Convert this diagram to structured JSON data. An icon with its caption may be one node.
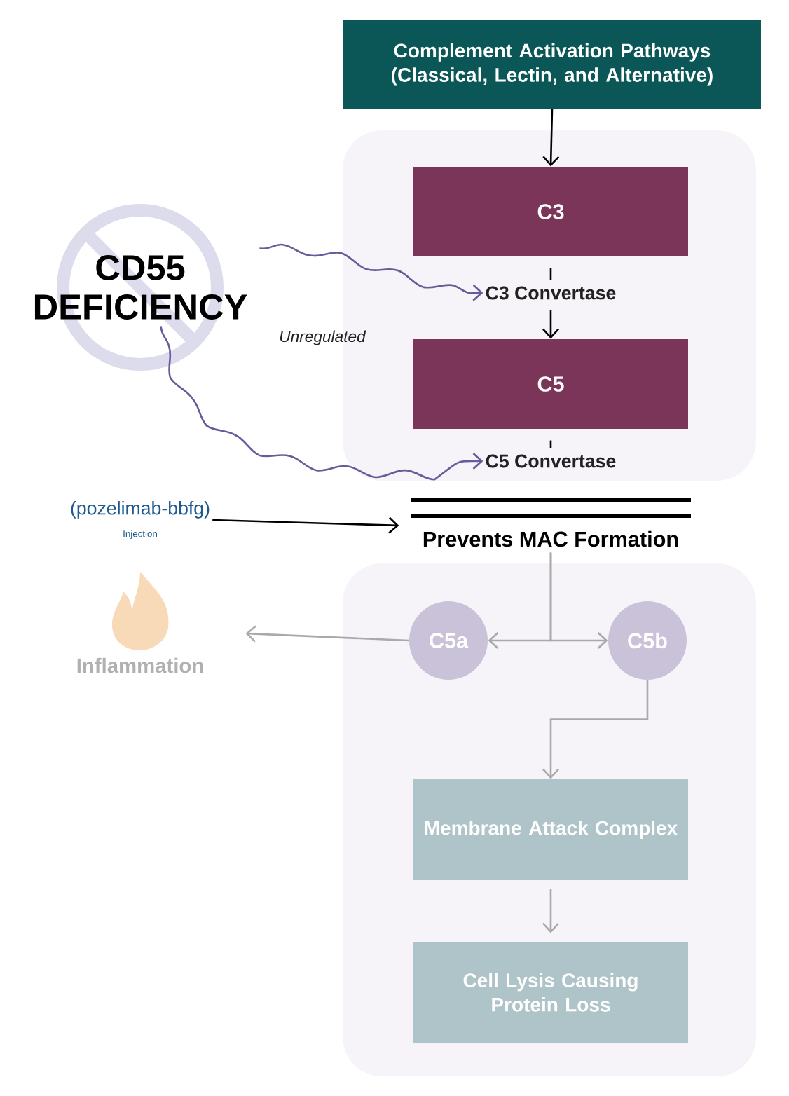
{
  "diagram": {
    "nodes": [
      {
        "text": [
          "Complement Activation Pathways (Classical, Lectin, and Alternative)"
        ]
      },
      {
        "text": [],
        "shape": "box"
      },
      {
        "text": [
          "C3"
        ],
        "in": 1
      },
      {
        "text": [
          "C3 Convertase"
        ],
        "in": 1
      },
      {
        "text": [
          "C5"
        ],
        "in": 1
      },
      {
        "text": [
          "C5 Convertase"
        ],
        "in": 1
      },
      {
        "text": [
          "CD55 DEFICIENCY"
        ]
      },
      {
        "text": [
          "(pozelimab-bbfg)",
          "Injection"
        ]
      },
      {
        "text": [
          "Prevents MAC Formation"
        ]
      },
      {
        "text": [],
        "shape": "box"
      },
      {
        "text": [
          "C5a"
        ],
        "in": 9
      },
      {
        "text": [
          "C5b"
        ],
        "in": 9
      },
      {
        "text": [
          "Inflammation"
        ]
      },
      {
        "text": [
          "Membrane Attack Complex"
        ],
        "in": 9
      },
      {
        "text": [
          "Cell Lysis Causing Protein Loss"
        ],
        "in": 9
      }
    ],
    "edges": [
      {
        "from": 0,
        "to": 2,
        "arrow": "to"
      },
      {
        "from": 2,
        "to": 3,
        "arrow": "none"
      },
      {
        "from": 3,
        "to": 4,
        "arrow": "to"
      },
      {
        "from": 4,
        "to": 5,
        "arrow": "none"
      },
      {
        "from": 6,
        "to": 3,
        "arrow": "to",
        "color": "#6a5a9a"
      },
      {
        "from": 6,
        "to": 5,
        "arrow": "to",
        "color": "#6a5a9a"
      },
      {
        "from": 7,
        "to": 8,
        "arrow": "to"
      },
      {
        "from": 8,
        "to": 10,
        "arrow": "to",
        "color": "#a9a9a9"
      },
      {
        "from": 8,
        "to": 11,
        "arrow": "to",
        "color": "#a9a9a9"
      },
      {
        "from": 10,
        "to": 12,
        "arrow": "to",
        "color": "#a9a9a9"
      },
      {
        "from": 11,
        "to": 13,
        "arrow": "to",
        "color": "#a9a9a9"
      },
      {
        "from": 13,
        "to": 14,
        "arrow": "to",
        "color": "#a9a9a9"
      }
    ],
    "labels": [
      "Unregulated"
    ]
  }
}
